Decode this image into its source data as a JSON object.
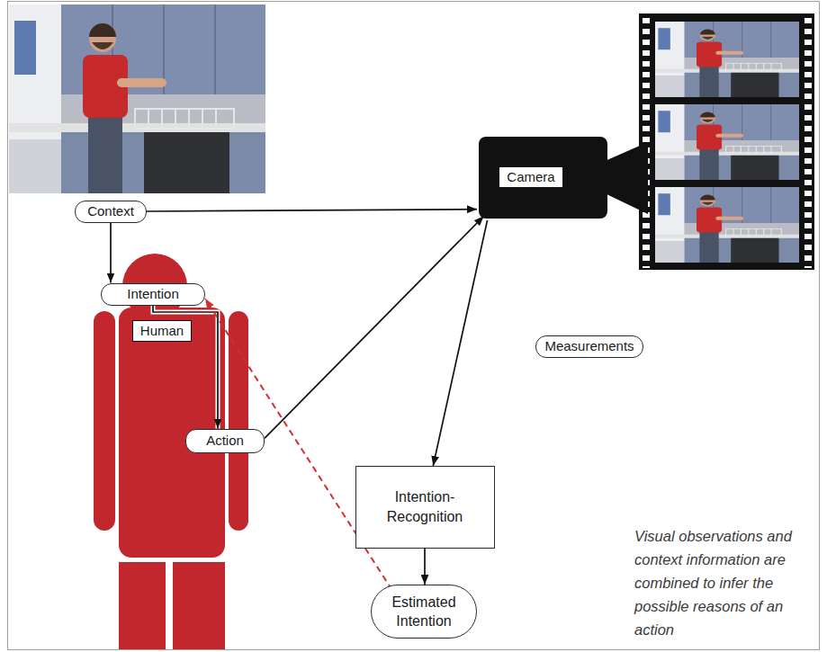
{
  "diagram": {
    "caption": "Visual observations and context information are combined to infer the possible reasons of an action",
    "nodes": [
      {
        "text": [
          "Camera"
        ]
      },
      {
        "text": [
          "Context"
        ]
      },
      {
        "text": [
          "Human"
        ]
      },
      {
        "text": [
          "Intention"
        ],
        "in": 2
      },
      {
        "text": [
          "Action"
        ],
        "in": 2
      },
      {
        "text": [
          "Measurements"
        ]
      },
      {
        "text": [
          "Intention- Recognition"
        ]
      },
      {
        "text": [
          "Estimated Intention"
        ]
      }
    ],
    "edges": [
      {
        "from": 1,
        "to": 0,
        "arrow": "to"
      },
      {
        "from": 1,
        "to": 3,
        "arrow": "to"
      },
      {
        "from": 3,
        "to": 4,
        "arrow": "to"
      },
      {
        "from": 4,
        "to": 0,
        "arrow": "to"
      },
      {
        "from": 0,
        "to": 6,
        "arrow": "to"
      },
      {
        "from": 6,
        "to": 7,
        "arrow": "to"
      },
      {
        "from": 7,
        "to": 3,
        "arrow": "to"
      }
    ]
  }
}
